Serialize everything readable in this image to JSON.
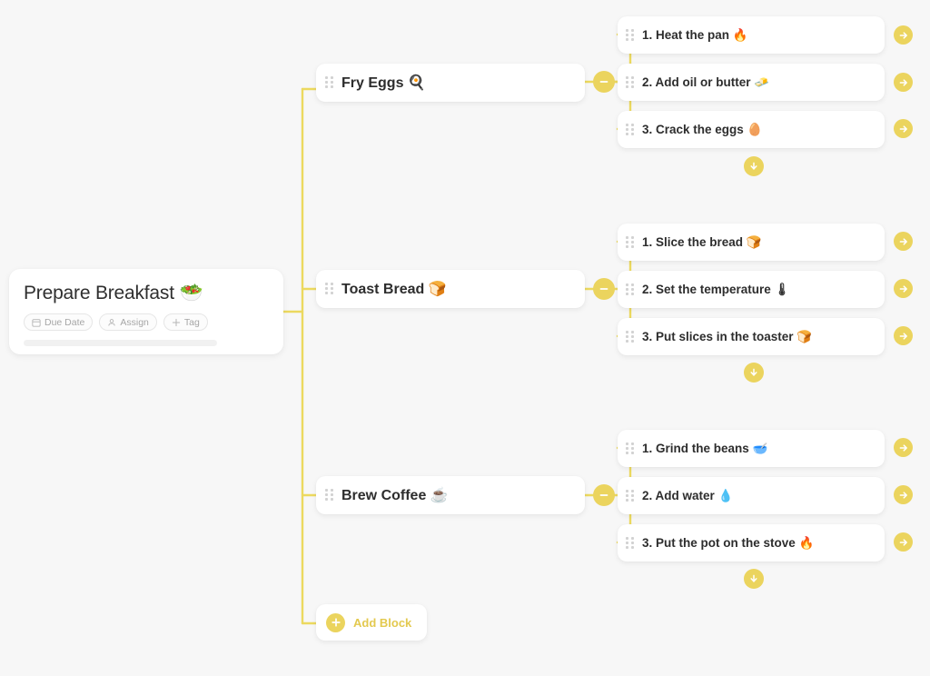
{
  "theme": {
    "background": "#f7f7f7",
    "accent": "#ebd45e",
    "card": "#ffffff",
    "text": "#2d2d2d",
    "muted": "#a6a6a6"
  },
  "root": {
    "title": "Prepare Breakfast 🥗",
    "chips": [
      {
        "label": "Due Date",
        "icon": "calendar-icon"
      },
      {
        "label": "Assign",
        "icon": "person-icon"
      },
      {
        "label": "Tag",
        "icon": "plus-icon"
      }
    ]
  },
  "branches": [
    {
      "label": "Fry Eggs 🍳",
      "collapse_icon": "minus-icon",
      "add_below_icon": "arrow-down-icon",
      "steps": [
        {
          "label": "1. Heat the pan 🔥",
          "action_icon": "arrow-right-icon"
        },
        {
          "label": "2. Add oil or butter 🧈",
          "action_icon": "arrow-right-icon"
        },
        {
          "label": "3. Crack the eggs 🥚",
          "action_icon": "arrow-right-icon"
        }
      ]
    },
    {
      "label": "Toast Bread 🍞",
      "collapse_icon": "minus-icon",
      "add_below_icon": "arrow-down-icon",
      "steps": [
        {
          "label": "1. Slice the bread 🍞",
          "action_icon": "arrow-right-icon"
        },
        {
          "label": "2. Set the temperature 🌡",
          "action_icon": "arrow-right-icon"
        },
        {
          "label": "3.  Put slices in the toaster 🍞",
          "action_icon": "arrow-right-icon"
        }
      ]
    },
    {
      "label": "Brew Coffee ☕",
      "collapse_icon": "minus-icon",
      "add_below_icon": "arrow-down-icon",
      "steps": [
        {
          "label": "1. Grind the beans 🥣",
          "action_icon": "arrow-right-icon"
        },
        {
          "label": "2. Add water 💧",
          "action_icon": "arrow-right-icon"
        },
        {
          "label": "3. Put the pot on the stove 🔥",
          "action_icon": "arrow-right-icon"
        }
      ]
    }
  ],
  "add_block": {
    "label": "Add Block",
    "icon": "plus-icon"
  }
}
